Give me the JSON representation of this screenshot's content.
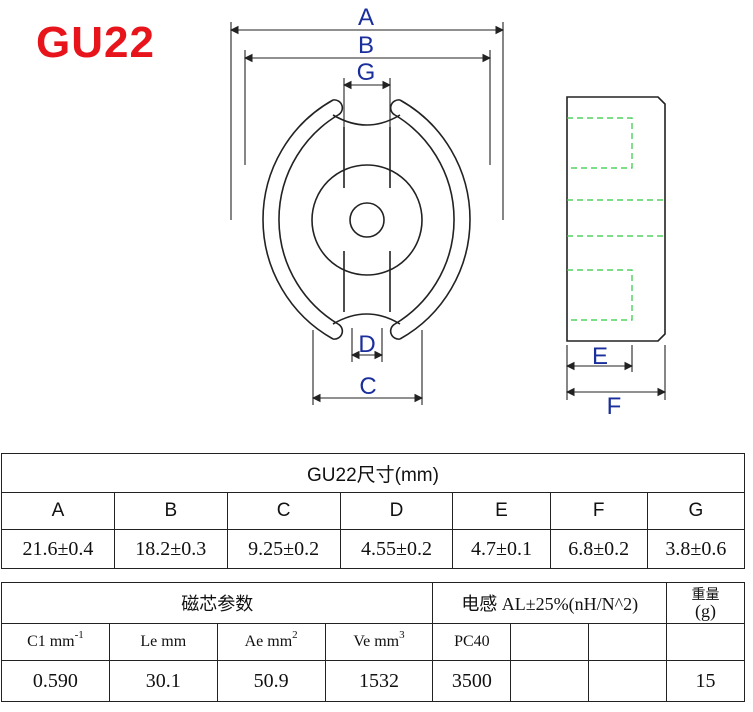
{
  "page": {
    "title": "GU22"
  },
  "drawing": {
    "dim_labels": {
      "A": "A",
      "B": "B",
      "G": "G",
      "D": "D",
      "C": "C",
      "E": "E",
      "F": "F"
    },
    "colors": {
      "outline": "#222222",
      "dimension": "#1a2e9c",
      "hidden_line": "#2ecc40",
      "title": "#e8141b"
    }
  },
  "dims_table": {
    "header": "GU22尺寸(mm)",
    "keys": [
      "A",
      "B",
      "C",
      "D",
      "E",
      "F",
      "G"
    ],
    "values": [
      "21.6±0.4",
      "18.2±0.3",
      "9.25±0.2",
      "4.55±0.2",
      "4.7±0.1",
      "6.8±0.2",
      "3.8±0.6"
    ]
  },
  "params_table": {
    "group_header": "磁芯参数",
    "inductance_header": "电感 AL±25%(nH/N^2)",
    "weight_header_line1": "重量",
    "weight_header_line2": "(g)",
    "c1_label": "C1 mm",
    "c1_sup": "-1",
    "le_label": "Le mm",
    "ae_label": "Ae mm",
    "ae_sup": "2",
    "ve_label": "Ve mm",
    "ve_sup": "3",
    "material": "PC40",
    "c1_value": "0.590",
    "le_value": "30.1",
    "ae_value": "50.9",
    "ve_value": "1532",
    "al_value": "3500",
    "weight_value": "15"
  }
}
